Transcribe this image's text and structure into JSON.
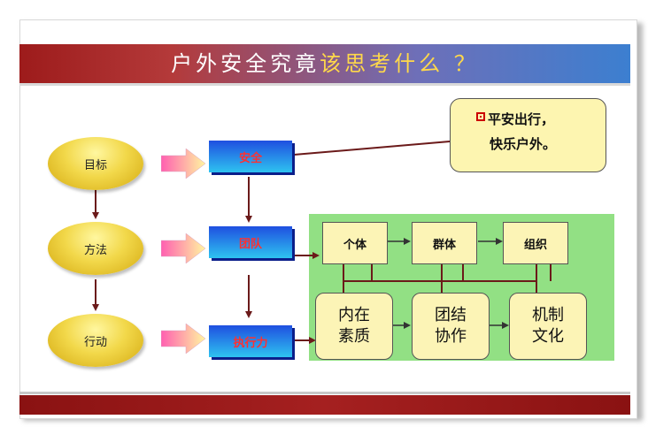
{
  "title": {
    "part1": "户外安全究竟",
    "part2": "该思考什么 ？"
  },
  "left_ovals": [
    "目标",
    "方法",
    "行动"
  ],
  "middle_boxes": [
    "安全",
    "团队",
    "执行力"
  ],
  "callout": {
    "line1": "平安出行，",
    "line2": "快乐户外。"
  },
  "top_row": [
    "个体",
    "群体",
    "组织"
  ],
  "bottom_row": [
    {
      "line1": "内在",
      "line2": "素质"
    },
    {
      "line1": "团结",
      "line2": "协作"
    },
    {
      "line1": "机制",
      "line2": "文化"
    }
  ],
  "colors": {
    "connector": "#6b1a1a",
    "accent_red": "#cc0000",
    "panel_green": "#92e084",
    "box_yellow": "#fcf4b6"
  }
}
